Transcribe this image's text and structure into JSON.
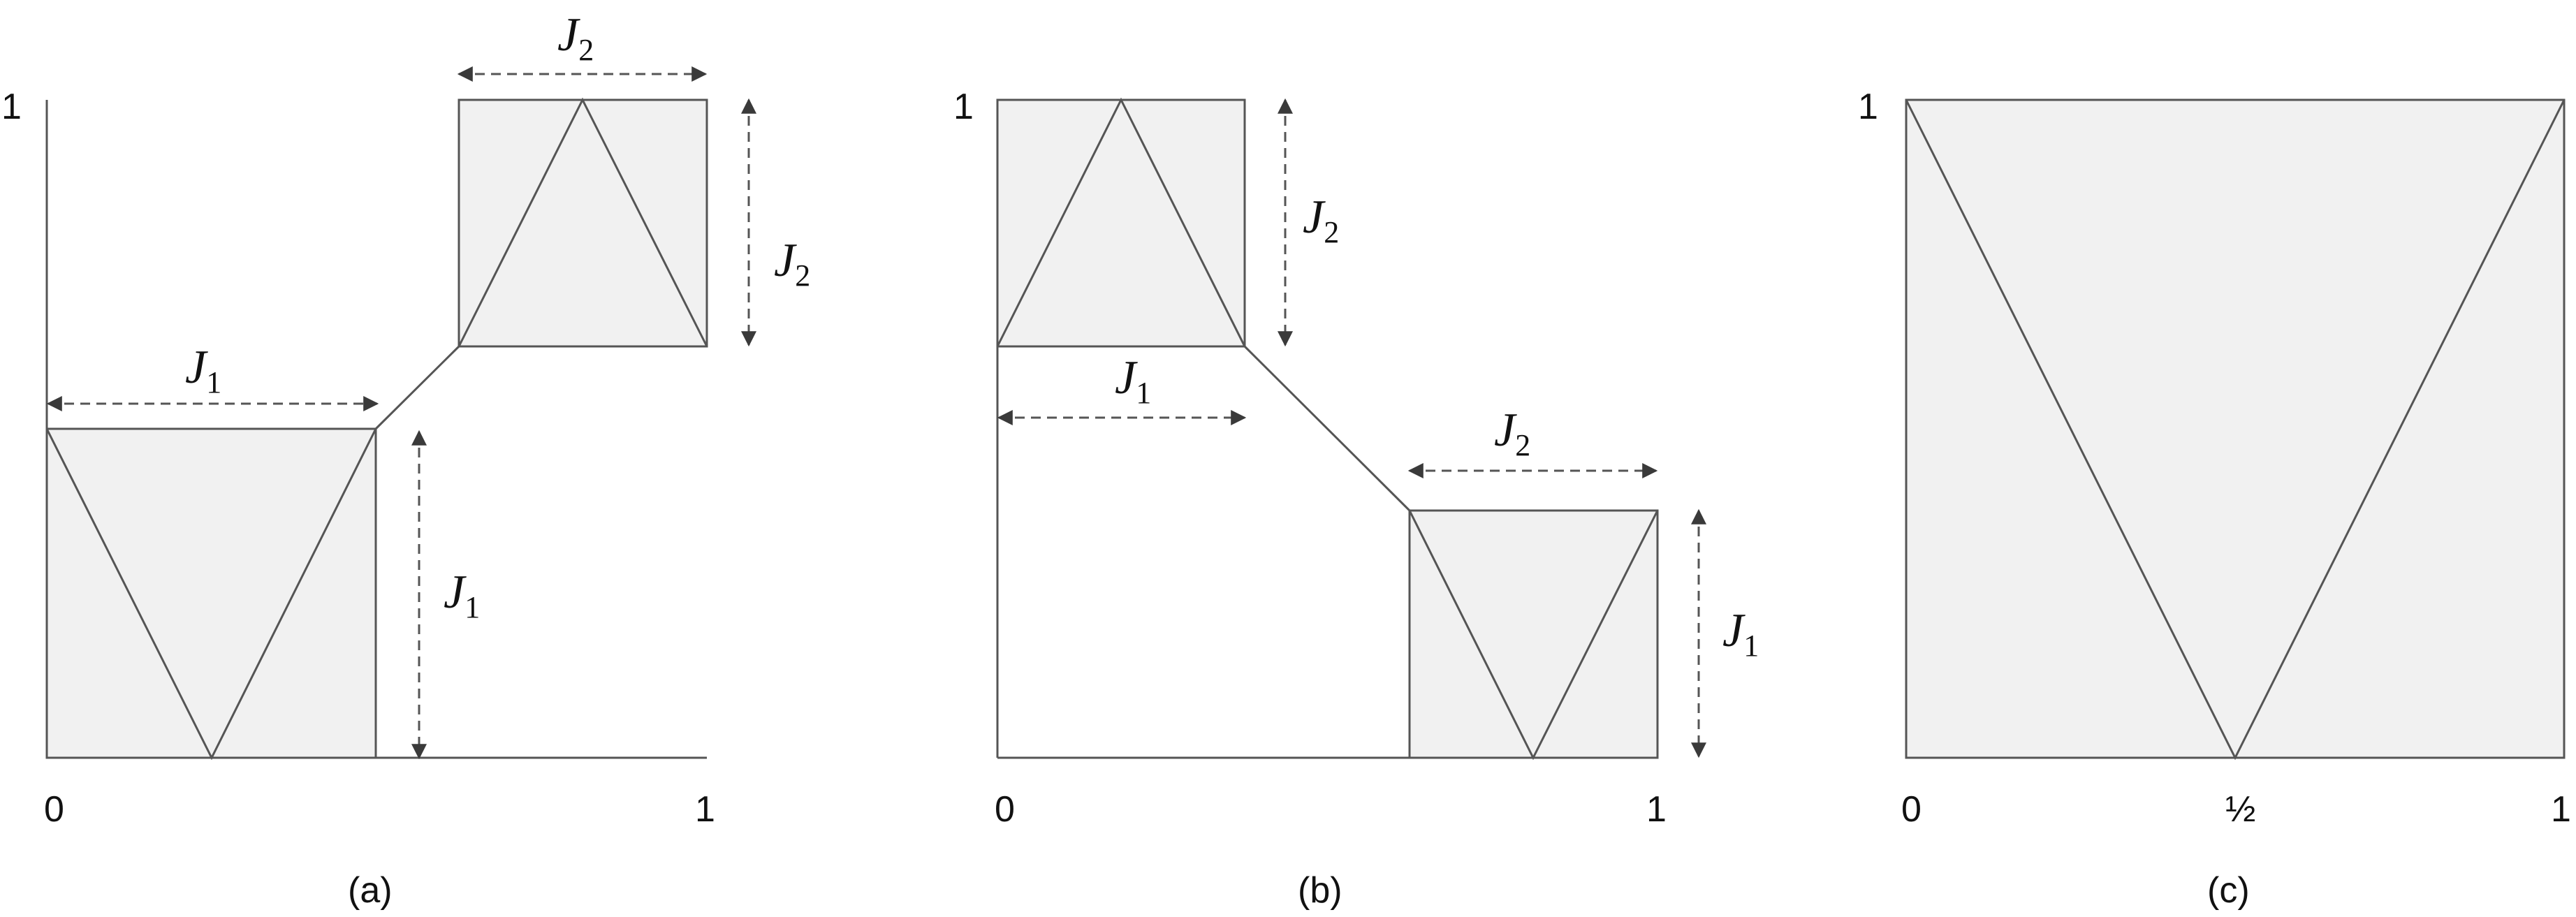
{
  "panels": [
    {
      "id": "a",
      "caption": "(a)",
      "tick_top": "1",
      "tick_x_left": "0",
      "tick_x_right": "1",
      "arrow_labels": [
        {
          "base": "J",
          "sub": "1"
        },
        {
          "base": "J",
          "sub": "1"
        },
        {
          "base": "J",
          "sub": "2"
        },
        {
          "base": "J",
          "sub": "2"
        }
      ]
    },
    {
      "id": "b",
      "caption": "(b)",
      "tick_top": "1",
      "tick_x_left": "0",
      "tick_x_right": "1",
      "arrow_labels": [
        {
          "base": "J",
          "sub": "2"
        },
        {
          "base": "J",
          "sub": "1"
        },
        {
          "base": "J",
          "sub": "2"
        },
        {
          "base": "J",
          "sub": "1"
        }
      ]
    },
    {
      "id": "c",
      "caption": "(c)",
      "tick_top": "1",
      "tick_x_left": "0",
      "tick_x_mid": "½",
      "tick_x_right": "1"
    }
  ]
}
